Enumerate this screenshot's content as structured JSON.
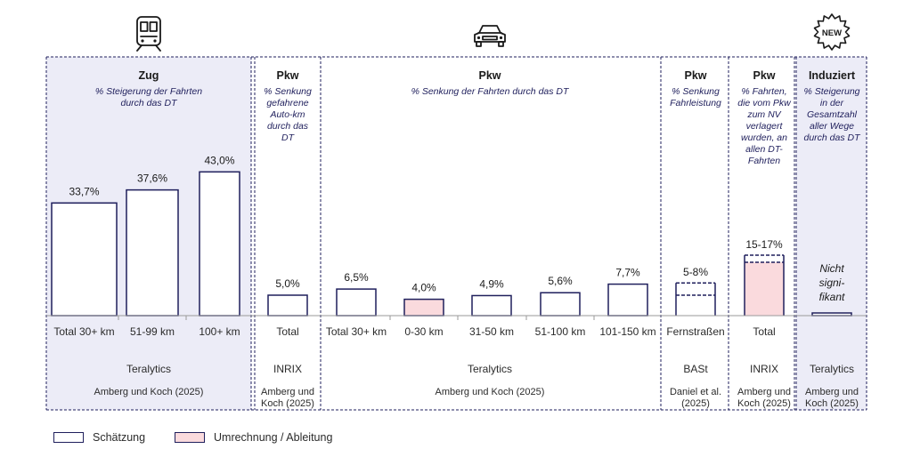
{
  "chart_data": {
    "type": "bar",
    "panels": [
      {
        "key": "zug",
        "title": "Zug",
        "subtitle": [
          "% Steigerung der Fahrten",
          "durch das DT"
        ],
        "categories": [
          "Total 30+ km",
          "51-99 km",
          "100+ km"
        ],
        "values": [
          33.7,
          37.6,
          43.0
        ],
        "labels": [
          "33,7%",
          "37,6%",
          "43,0%"
        ],
        "method": [
          "estimate",
          "estimate",
          "estimate"
        ],
        "provider": "Teralytics",
        "source": [
          "Amberg und Koch (2025)"
        ]
      },
      {
        "key": "pkw_km",
        "title": "Pkw",
        "subtitle": [
          "% Senkung",
          "gefahrene",
          "Auto-km",
          "durch das",
          "DT"
        ],
        "categories": [
          "Total"
        ],
        "values": [
          5.0
        ],
        "labels": [
          "5,0%"
        ],
        "method": [
          "estimate"
        ],
        "provider": "INRIX",
        "source": [
          "Amberg und",
          "Koch (2025)"
        ]
      },
      {
        "key": "pkw_trips",
        "title": "Pkw",
        "subtitle": [
          "% Senkung der Fahrten durch das DT"
        ],
        "categories": [
          "Total 30+ km",
          "0-30 km",
          "31-50 km",
          "51-100 km",
          "101-150 km"
        ],
        "values": [
          6.5,
          4.0,
          4.9,
          5.6,
          7.7
        ],
        "labels": [
          "6,5%",
          "4,0%",
          "4,9%",
          "5,6%",
          "7,7%"
        ],
        "method": [
          "estimate",
          "derived",
          "estimate",
          "estimate",
          "estimate"
        ],
        "provider": "Teralytics",
        "source": [
          "Amberg und Koch (2025)"
        ]
      },
      {
        "key": "pkw_perf",
        "title": "Pkw",
        "subtitle": [
          "% Senkung",
          "Fahrleistung"
        ],
        "categories": [
          "Fernstraßen"
        ],
        "range": [
          [
            5,
            8
          ]
        ],
        "labels": [
          "5-8%"
        ],
        "method": [
          "estimate"
        ],
        "provider": "BASt",
        "source": [
          "Daniel et al.",
          "(2025)"
        ]
      },
      {
        "key": "pkw_shift",
        "title": "Pkw",
        "subtitle": [
          "% Fahrten,",
          "die vom Pkw",
          "zum NV",
          "verlagert",
          "wurden, an",
          "allen DT-",
          "Fahrten"
        ],
        "categories": [
          "Total"
        ],
        "range": [
          [
            15,
            17
          ]
        ],
        "labels": [
          "15-17%"
        ],
        "method": [
          "derived"
        ],
        "provider": "INRIX",
        "source": [
          "Amberg und",
          "Koch (2025)"
        ]
      },
      {
        "key": "induced",
        "title": "Induziert",
        "subtitle": [
          "% Steigerung",
          "in der",
          "Gesamtzahl",
          "aller Wege",
          "durch das DT"
        ],
        "categories": [
          ""
        ],
        "values": [
          0
        ],
        "note": [
          "Nicht",
          "signi-",
          "fikant"
        ],
        "method": [
          "estimate"
        ],
        "provider": "Teralytics",
        "source": [
          "Amberg und",
          "Koch (2025)"
        ]
      }
    ],
    "badge": "NEW",
    "icons": [
      "train-icon",
      "car-icon",
      "new-badge-icon"
    ],
    "legend": [
      {
        "label": "Schätzung",
        "method": "estimate"
      },
      {
        "label": "Umrechnung / Ableitung",
        "method": "derived"
      }
    ],
    "colors": {
      "navy": "#1f1f5c",
      "panel_fill": "#ececf7",
      "derived_fill": "#fadadd",
      "estimate_fill": "#ffffff"
    }
  }
}
